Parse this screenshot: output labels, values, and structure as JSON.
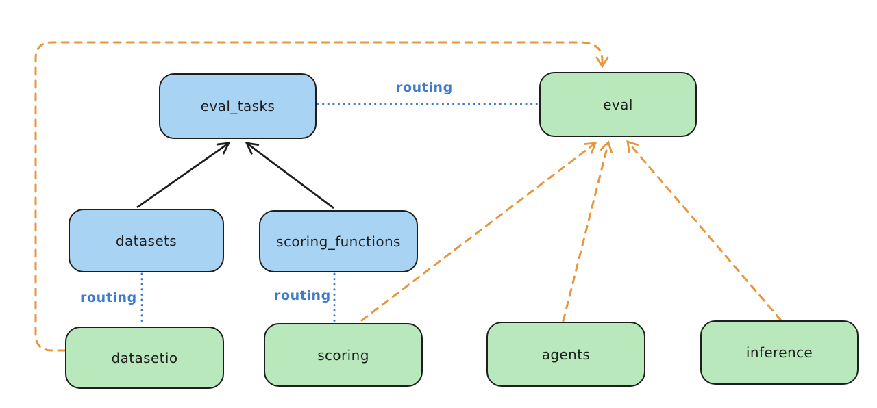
{
  "diagram": {
    "colors": {
      "background": "#ffffff",
      "api_node_fill": "#a9d3f2",
      "provider_node_fill": "#b8e8bc",
      "node_border": "#1e1e1e",
      "node_text": "#1e1e1e",
      "routing_line": "#3e7bcb",
      "routing_text": "#3e7bcb",
      "provider_arrow": "#e8963c",
      "parent_arrow": "#1e1e1e"
    },
    "nodes": [
      {
        "id": "eval_tasks",
        "label": "eval_tasks",
        "fill": "blue"
      },
      {
        "id": "eval",
        "label": "eval",
        "fill": "green"
      },
      {
        "id": "datasets",
        "label": "datasets",
        "fill": "blue"
      },
      {
        "id": "scoring_functions",
        "label": "scoring_functions",
        "fill": "blue"
      },
      {
        "id": "datasetio",
        "label": "datasetio",
        "fill": "green"
      },
      {
        "id": "scoring",
        "label": "scoring",
        "fill": "green"
      },
      {
        "id": "agents",
        "label": "agents",
        "fill": "green"
      },
      {
        "id": "inference",
        "label": "inference",
        "fill": "green"
      }
    ],
    "edges": [
      {
        "from": "datasets",
        "to": "eval_tasks",
        "style": "solid-black-arrow",
        "label": ""
      },
      {
        "from": "scoring_functions",
        "to": "eval_tasks",
        "style": "solid-black-arrow",
        "label": ""
      },
      {
        "from": "eval_tasks",
        "to": "eval",
        "style": "dotted-blue",
        "label": "routing"
      },
      {
        "from": "datasets",
        "to": "datasetio",
        "style": "dotted-blue",
        "label": "routing"
      },
      {
        "from": "scoring_functions",
        "to": "scoring",
        "style": "dotted-blue",
        "label": "routing"
      },
      {
        "from": "datasetio",
        "to": "eval",
        "style": "dashed-orange-arrow",
        "label": ""
      },
      {
        "from": "scoring",
        "to": "eval",
        "style": "dashed-orange-arrow",
        "label": ""
      },
      {
        "from": "agents",
        "to": "eval",
        "style": "dashed-orange-arrow",
        "label": ""
      },
      {
        "from": "inference",
        "to": "eval",
        "style": "dashed-orange-arrow",
        "label": ""
      }
    ]
  }
}
